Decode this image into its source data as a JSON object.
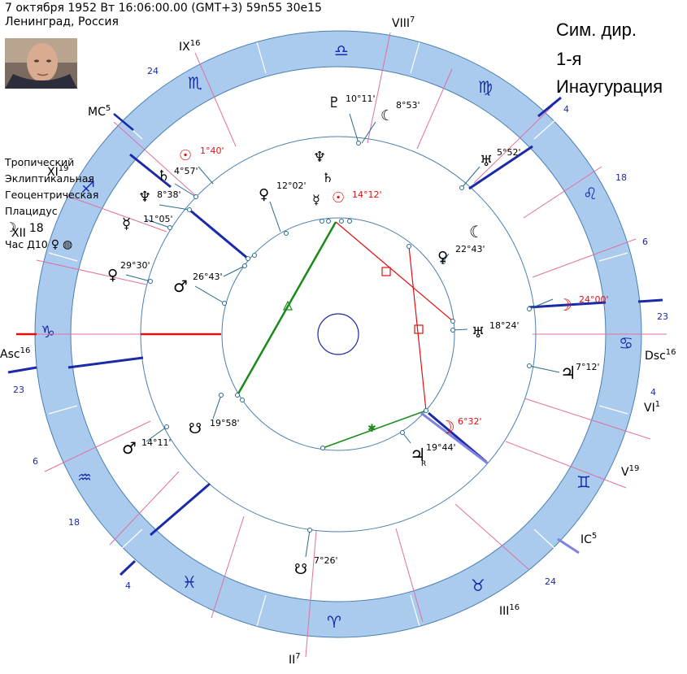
{
  "header": {
    "datetime": "7 октября 1952  Вт  16:06:00.00 (GMT+3) 59n55  30e15",
    "place": "Ленинград, Россия"
  },
  "title": {
    "line1": "Сим. дир.",
    "line2": "1-я",
    "line3": "Инаугурация"
  },
  "settings": [
    "Тропический",
    "Эклиптикальная",
    "Геоцентрическая",
    "Плацидус",
    "Час Д10"
  ],
  "houses": {
    "asc": "Asc",
    "asc_sup": "16",
    "dsc": "Dsc",
    "dsc_sup": "16",
    "mc": "MC",
    "mc_sup": "5",
    "ic": "IC",
    "ic_sup": "5",
    "h2": "II",
    "h2_sup": "7",
    "h3": "III",
    "h3_sup": "16",
    "h5": "V",
    "h5_sup": "19",
    "h6": "VI",
    "h6_sup": "1",
    "h8": "VIII",
    "h8_sup": "7",
    "h9": "IX",
    "h9_sup": "16",
    "h11": "XI",
    "h11_sup": "19",
    "h12": "XII",
    "h12_sup": "18"
  },
  "degree_marks": {
    "d24_top": "24",
    "d4_top": "4",
    "d18_right": "18",
    "d6_right": "6",
    "d23_right": "23",
    "d4_right": "4",
    "d24_bottom": "24",
    "d4_bottom": "4",
    "d18_left": "18",
    "d6_left": "6",
    "d23_left": "23"
  },
  "planets_outer": {
    "pluto": "10°11'",
    "lilith": "8°53'",
    "uranus": "5°52'",
    "venus": "22°43'",
    "moon": "24°00'",
    "jupiter": "7°12'",
    "sun": "1°40'",
    "saturn": "4°57'",
    "neptune": "8°38'",
    "mercury": "11°05'",
    "venus2": "29°30'",
    "mars": "26°43'",
    "mars2": "14°11'",
    "node": "19°58'",
    "node2": "7°26'",
    "lilith2": "",
    "moon2": "6°32'",
    "jupiter2": "19°44'",
    "uranus2": "18°24'",
    "sun2": "14°12'",
    "venus3": "12°02'"
  },
  "colors": {
    "zodiac_fill": "#aacbee",
    "house_line": "#1a2aa8",
    "red": "#e01010",
    "green": "#1a8a1a"
  }
}
